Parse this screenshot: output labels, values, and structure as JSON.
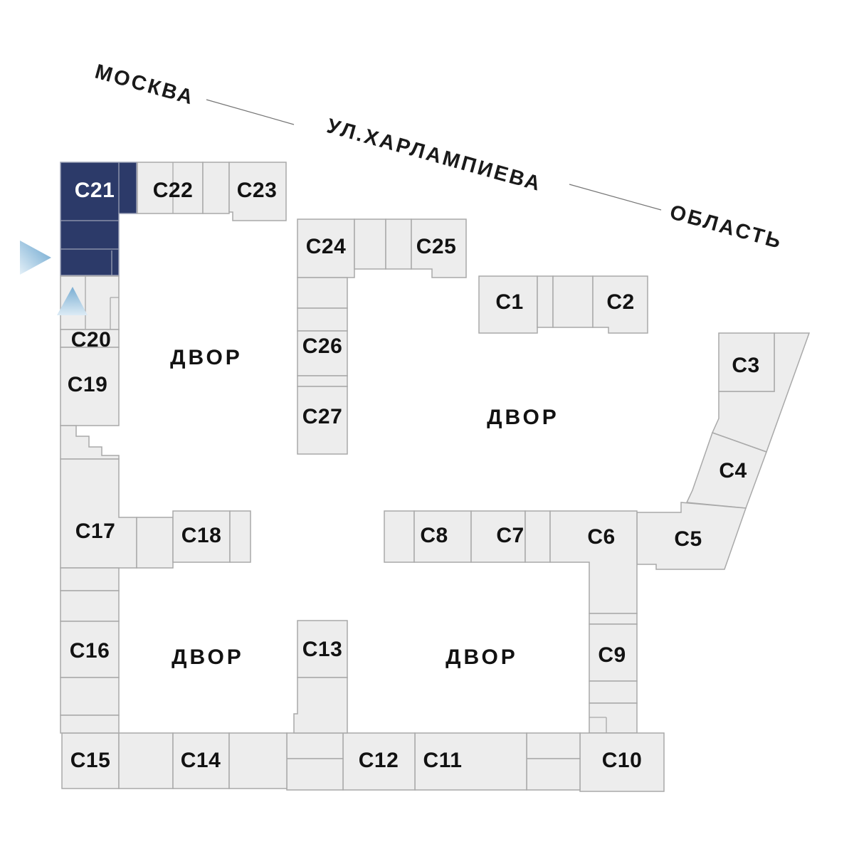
{
  "street": {
    "left_label": "МОСКВА",
    "name": "УЛ.ХАРЛАМПИЕВА",
    "right_label": "ОБЛАСТЬ"
  },
  "courtyard_label": "ДВОР",
  "selected_building": "С21",
  "buildings": {
    "c1": {
      "label": "С1"
    },
    "c2": {
      "label": "С2"
    },
    "c3": {
      "label": "С3"
    },
    "c4": {
      "label": "С4"
    },
    "c5": {
      "label": "С5"
    },
    "c6": {
      "label": "С6"
    },
    "c7": {
      "label": "С7"
    },
    "c8": {
      "label": "С8"
    },
    "c9": {
      "label": "С9"
    },
    "c10": {
      "label": "С10"
    },
    "c11": {
      "label": "С11"
    },
    "c12": {
      "label": "С12"
    },
    "c13": {
      "label": "С13"
    },
    "c14": {
      "label": "С14"
    },
    "c15": {
      "label": "С15"
    },
    "c16": {
      "label": "С16"
    },
    "c17": {
      "label": "С17"
    },
    "c18": {
      "label": "С18"
    },
    "c19": {
      "label": "С19"
    },
    "c20": {
      "label": "С20"
    },
    "c21": {
      "label": "С21",
      "selected": true
    },
    "c22": {
      "label": "С22"
    },
    "c23": {
      "label": "С23"
    },
    "c24": {
      "label": "С24"
    },
    "c25": {
      "label": "С25"
    },
    "c26": {
      "label": "С26"
    },
    "c27": {
      "label": "С27"
    }
  },
  "icons": {
    "pointer_right": "arrow-right-icon",
    "pointer_up": "arrow-up-icon"
  },
  "colors": {
    "background": "#ffffff",
    "building_fill": "#ededed",
    "building_stroke": "#a9a9a9",
    "selected_fill": "#2c3a69",
    "selected_stroke": "#9aa0b5",
    "label_color": "#121212",
    "selected_label_color": "#ffffff",
    "street_color": "#1a1a1a",
    "arrow_blue": "#7fb0d4"
  }
}
